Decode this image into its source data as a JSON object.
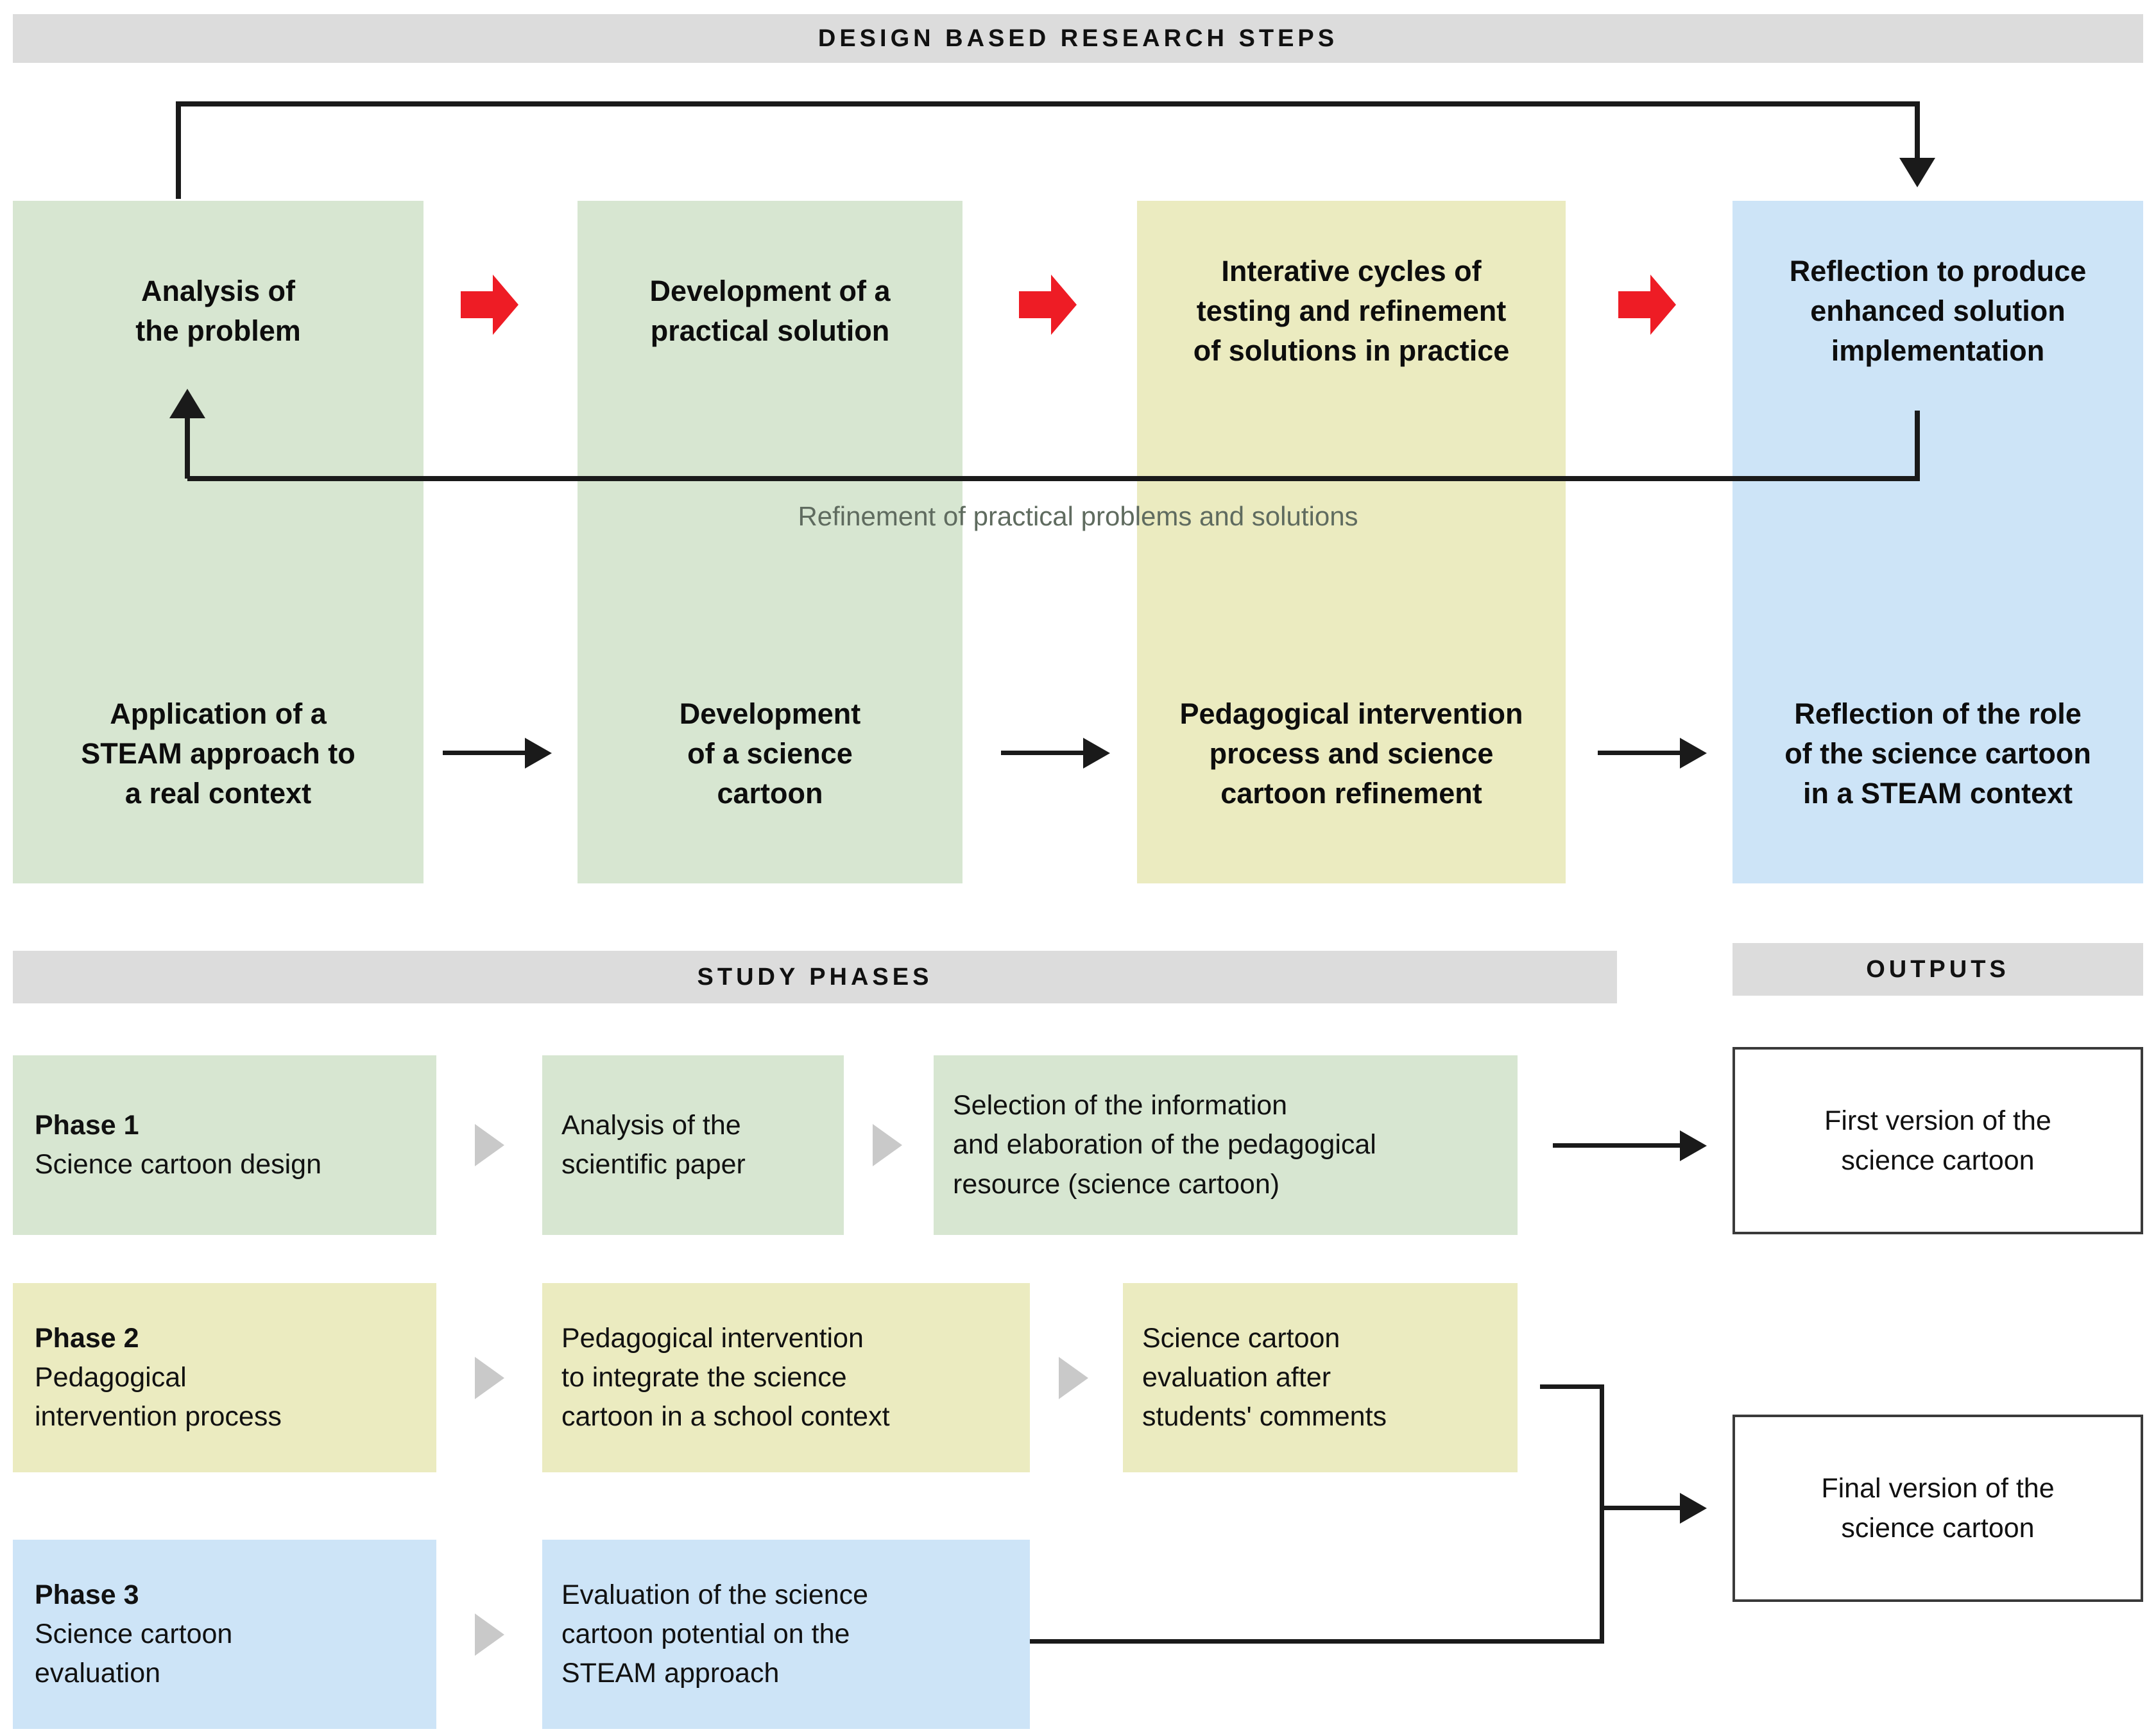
{
  "headers": {
    "top": "DESIGN BASED RESEARCH STEPS",
    "study_phases": "STUDY PHASES",
    "outputs": "OUTPUTS"
  },
  "dbr_steps": [
    {
      "label": "Analysis of\nthe problem",
      "color": "#d7e6d1"
    },
    {
      "label": "Development of a\npractical solution",
      "color": "#d7e6d1"
    },
    {
      "label": "Interative cycles of\ntesting and refinement\nof solutions in practice",
      "color": "#ebebc0"
    },
    {
      "label": "Reflection to produce\nenhanced solution\nimplementation",
      "color": "#cde4f7"
    }
  ],
  "refinement_caption": "Refinement of practical problems and solutions",
  "application_steps": [
    {
      "label": "Application of a\nSTEAM approach to\na real context"
    },
    {
      "label": "Development\nof a science\ncartoon"
    },
    {
      "label": "Pedagogical intervention\nprocess and science\ncartoon refinement"
    },
    {
      "label": "Reflection of the role\nof the science cartoon\nin a STEAM context"
    }
  ],
  "phases": [
    {
      "name": "Phase 1",
      "subtitle": "Science cartoon design",
      "color": "#d7e6d1",
      "steps": [
        "Analysis of the\nscientific paper",
        "Selection of the information\nand elaboration of the pedagogical\nresource (science cartoon)"
      ]
    },
    {
      "name": "Phase 2",
      "subtitle": "Pedagogical\nintervention process",
      "color": "#ebebc0",
      "steps": [
        "Pedagogical intervention\nto integrate the science\ncartoon in a school context",
        "Science cartoon\nevaluation after\nstudents' comments"
      ]
    },
    {
      "name": "Phase 3",
      "subtitle": "Science cartoon\nevaluation",
      "color": "#cde4f7",
      "steps": [
        "Evaluation of the science\ncartoon potential on the\nSTEAM approach"
      ]
    }
  ],
  "outputs": [
    "First version of the\nscience cartoon",
    "Final version of the\nscience cartoon"
  ],
  "colors": {
    "green": "#d7e6d1",
    "yellow": "#ebebc0",
    "blue": "#cde4f7",
    "bar_gray": "#dcdcdc",
    "red_arrow": "#ee1c25",
    "gray_arrow": "#c9c9c9",
    "line": "#1a1a1a",
    "caption_gray": "#5f6b5f"
  },
  "icons": {
    "red_arrow": "red-block-arrow-right-icon",
    "gray_arrow": "gray-triangle-right-icon",
    "black_arrow": "black-arrow-right-icon",
    "loop_arrow": "feedback-loop-arrow-icon"
  }
}
